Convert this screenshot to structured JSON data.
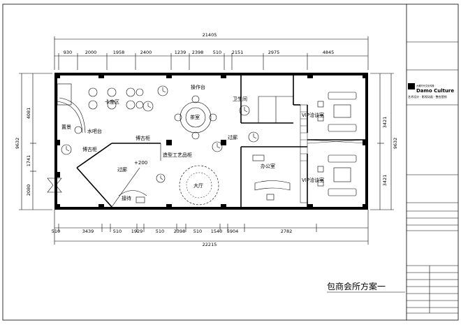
{
  "drawing": {
    "title": "包商会所方案一",
    "overall_top": "21405",
    "overall_bottom": "22215",
    "top_dims": [
      "930",
      "2000",
      "1958",
      "2400",
      "1239",
      "2398",
      "510",
      "2151",
      "2975",
      "4845"
    ],
    "bottom_dims": [
      "510",
      "3439",
      "510",
      "1929",
      "510",
      "2398",
      "510",
      "1540",
      "5904",
      "2782"
    ],
    "left_dims": [
      "4081",
      "1741",
      "2080"
    ],
    "left_overall": "9632",
    "right_dims": [
      "3421",
      "3421"
    ],
    "right_overall": "9632",
    "level_mark": "+200"
  },
  "rooms": {
    "kazuo": "卡座区",
    "caozuotai": "操作台",
    "weishengjian": "卫生间",
    "vip1": "VIP洽谈室",
    "zhijing": "置景",
    "shuiba": "水吧台",
    "chashi": "茶室",
    "guolang1": "过廊",
    "bogugui1": "博古柜",
    "bogugui2": "博古柜",
    "zaoxing": "造型工艺品柜",
    "guolang2": "过廊",
    "bangongshi": "办公室",
    "vip2": "VIP洽谈室",
    "dating": "大厅",
    "jiedai": "接待"
  },
  "title_block": {
    "logo_cn": "大雅时代文化传播",
    "logo_en": "Damo Culture",
    "slogan": "艺术设计 · 影视动画 · 整合营销",
    "page_label": "包商会所方案一"
  }
}
